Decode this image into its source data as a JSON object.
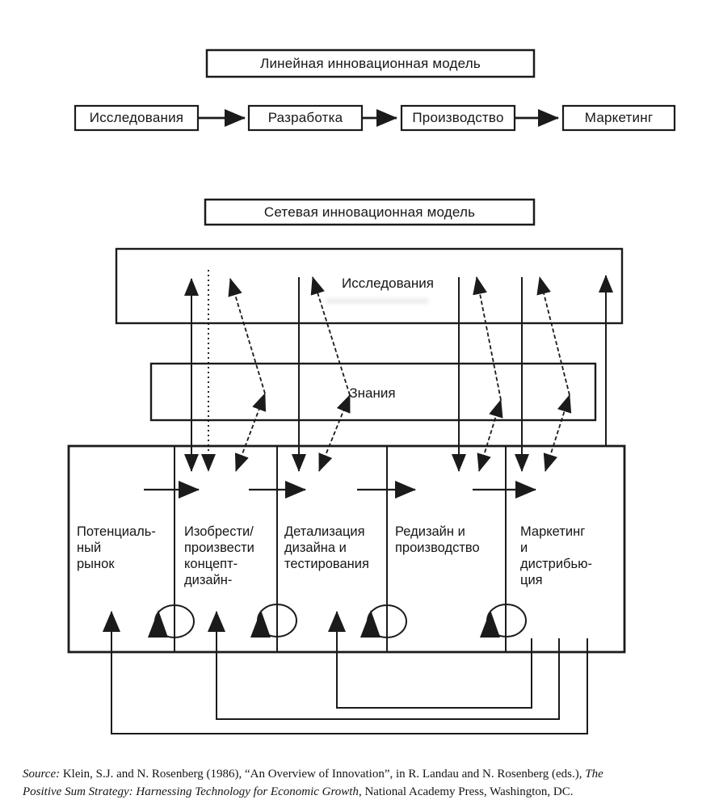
{
  "titles": {
    "linear": "Линейная инновационная модель",
    "network": "Сетевая инновационная модель"
  },
  "linear_stages": [
    "Исследования",
    "Разработка",
    "Производство",
    "Маркетинг"
  ],
  "network": {
    "research_label": "Исследования",
    "knowledge_label": "Знания",
    "stages": [
      "Потенциаль-\nный\nрынок",
      "Изобрести/\nпроизвести\nконцепт-\nдизайн-",
      "Детализация\nдизайна и\nтестирования",
      "Редизайн и\nпроизводство",
      "Маркетинг\nи\nдистрибью-\nция"
    ]
  },
  "source": {
    "prefix": "Source:",
    "part1": "  Klein, S.J. and N. Rosenberg (1986), “An Overview of Innovation”, in R. Landau and N. Rosenberg (eds.),  ",
    "title_start": "The",
    "title_rest": "Positive Sum Strategy:  Harnessing Technology for Economic Growth",
    "part2": ", National Academy Press, Washington, DC."
  },
  "colors": {
    "ink": "#1b1b1b",
    "background": "#ffffff"
  }
}
